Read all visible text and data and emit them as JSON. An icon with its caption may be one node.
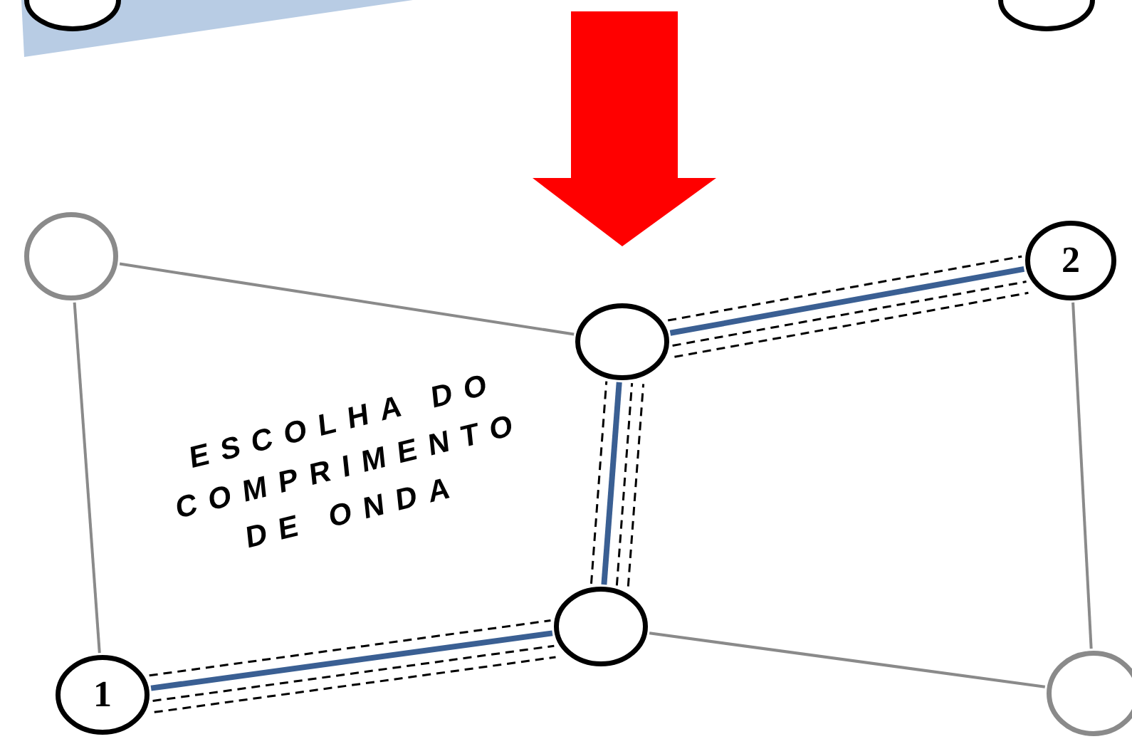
{
  "diagram": {
    "nodes": [
      {
        "text": [],
        "shape": "circle"
      },
      {
        "text": [],
        "shape": "circle"
      },
      {
        "text": [],
        "shape": "circle"
      },
      {
        "text": [],
        "shape": "circle"
      },
      {
        "text": [
          "2"
        ]
      },
      {
        "text": [],
        "shape": "circle"
      },
      {
        "text": [
          "1"
        ]
      },
      {
        "text": [],
        "shape": "circle"
      }
    ],
    "edges": [
      {
        "from": 2,
        "to": 3,
        "arrow": "none",
        "color": "#8a8a8a"
      },
      {
        "from": 2,
        "to": 6,
        "arrow": "none",
        "color": "#8a8a8a"
      },
      {
        "from": 3,
        "to": 4,
        "arrow": "none",
        "style": "thick",
        "color": "#3a5f93"
      },
      {
        "from": 5,
        "to": 3,
        "arrow": "none",
        "style": "thick",
        "color": "#3a5f93"
      },
      {
        "from": 6,
        "to": 5,
        "arrow": "none",
        "style": "thick",
        "color": "#3a5f93"
      },
      {
        "from": 5,
        "to": 7,
        "arrow": "none",
        "color": "#8a8a8a"
      },
      {
        "from": 4,
        "to": 7,
        "arrow": "none",
        "color": "#8a8a8a"
      },
      {
        "from": 3,
        "to": 4,
        "arrow": "none",
        "style": "dashed"
      },
      {
        "from": 3,
        "to": 4,
        "arrow": "none",
        "style": "dashed"
      },
      {
        "from": 3,
        "to": 4,
        "arrow": "none",
        "style": "dashed"
      },
      {
        "from": 5,
        "to": 3,
        "arrow": "none",
        "style": "dashed"
      },
      {
        "from": 5,
        "to": 3,
        "arrow": "none",
        "style": "dashed"
      },
      {
        "from": 5,
        "to": 3,
        "arrow": "none",
        "style": "dashed"
      },
      {
        "from": 6,
        "to": 5,
        "arrow": "none",
        "style": "dashed"
      },
      {
        "from": 6,
        "to": 5,
        "arrow": "none",
        "style": "dashed"
      },
      {
        "from": 6,
        "to": 5,
        "arrow": "none",
        "style": "dashed"
      }
    ],
    "labels": [
      "ESCOLHA DO COMPRIMENTO DE ONDA"
    ]
  }
}
